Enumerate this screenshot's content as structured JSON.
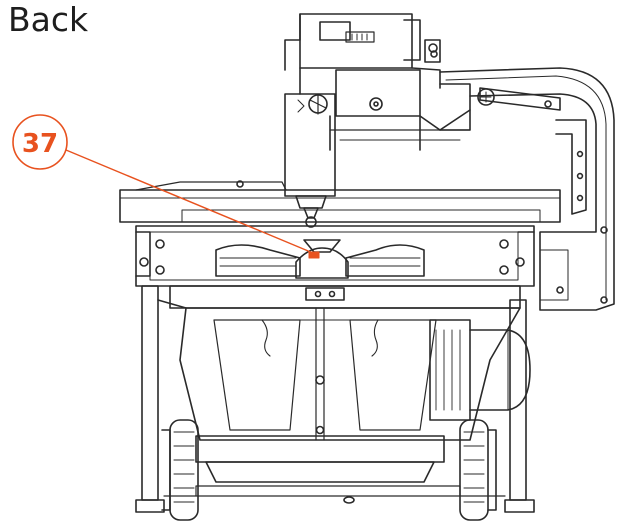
{
  "title": "Back",
  "callout": {
    "number": "37",
    "color": "#e8521f"
  },
  "colors": {
    "line": "#2a2a2a",
    "light_line": "#9a9a9a",
    "highlight": "#e8521f"
  },
  "illustration": {
    "subject": "machine-back-view-line-drawing"
  }
}
